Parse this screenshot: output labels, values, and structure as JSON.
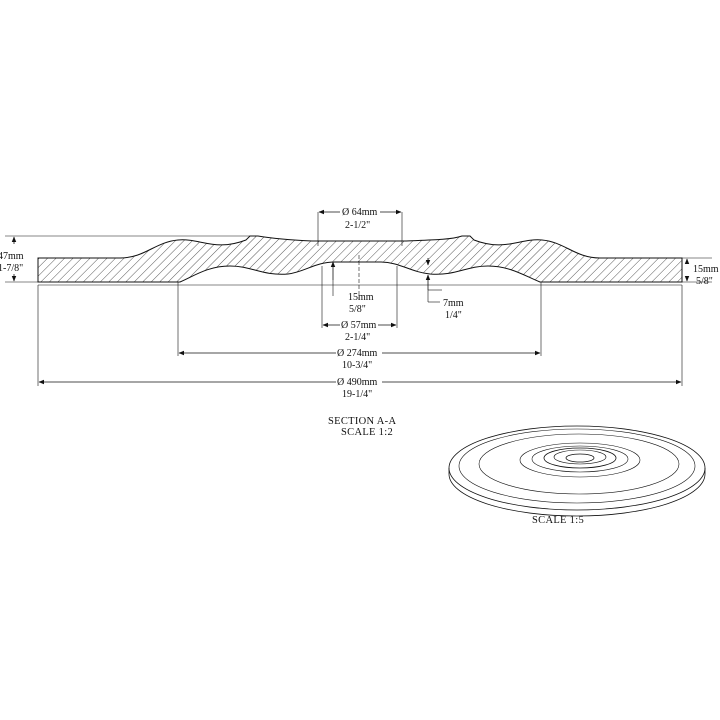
{
  "dimensions": {
    "height_total": {
      "mm": "47mm",
      "in": "1-7/8\""
    },
    "rim_thickness": {
      "mm": "15mm",
      "in": "5/8\""
    },
    "dia_64": {
      "mm": "Ø 64mm",
      "in": "2-1/2\""
    },
    "depth_15": {
      "mm": "15mm",
      "in": "5/8\""
    },
    "depth_7": {
      "mm": "7mm",
      "in": "1/4\""
    },
    "dia_57": {
      "mm": "Ø 57mm",
      "in": "2-1/4\""
    },
    "dia_274": {
      "mm": "Ø 274mm",
      "in": "10-3/4\""
    },
    "dia_490": {
      "mm": "Ø 490mm",
      "in": "19-1/4\""
    }
  },
  "captions": {
    "section_title": "SECTION  A-A",
    "section_scale": "SCALE  1:2",
    "iso_scale": "SCALE  1:5"
  }
}
